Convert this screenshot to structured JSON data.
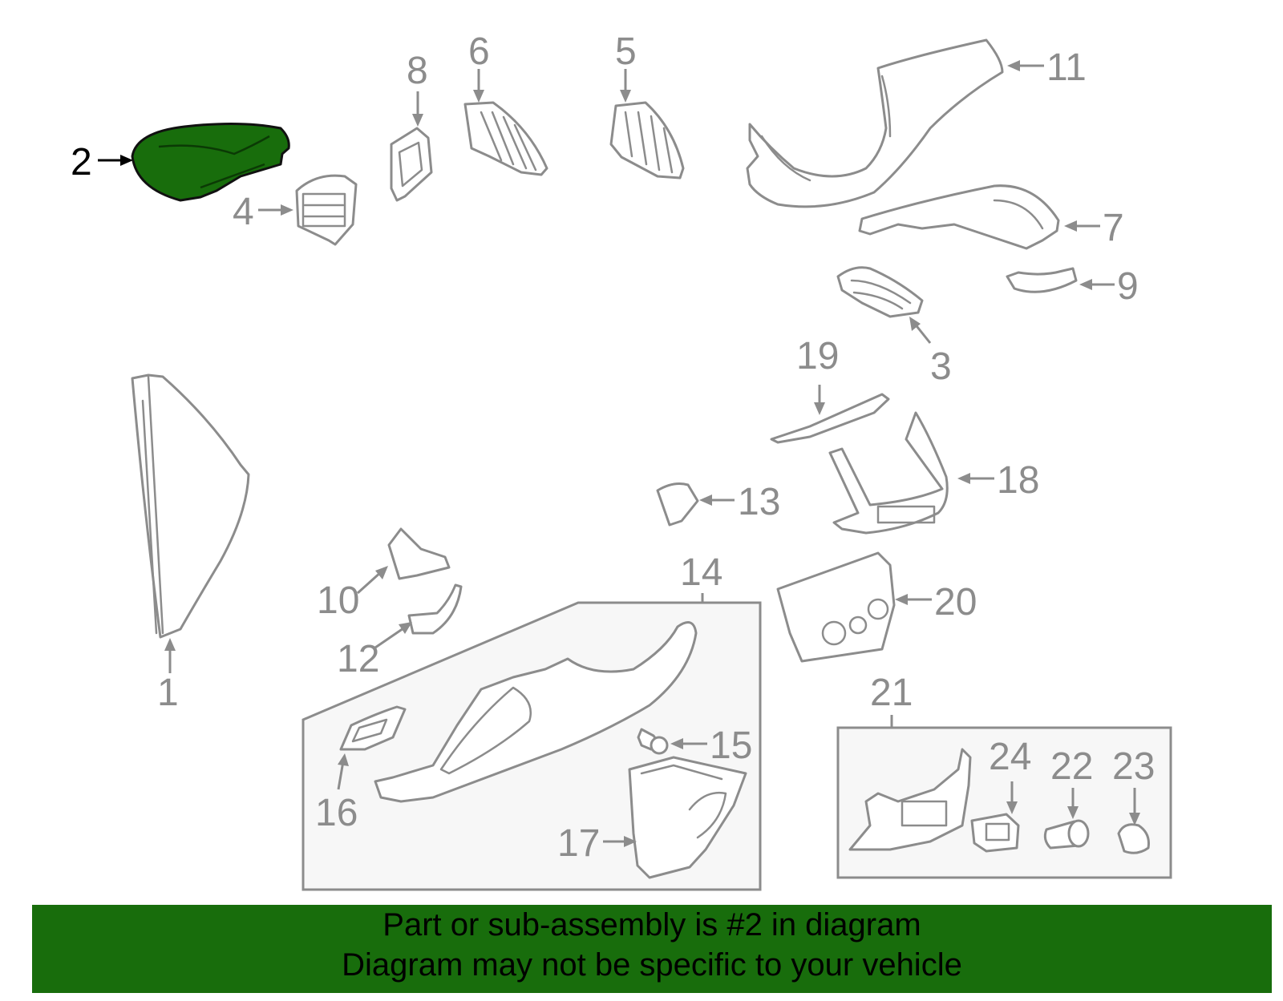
{
  "diagram": {
    "callouts": {
      "c1": "1",
      "c2": "2",
      "c3": "3",
      "c4": "4",
      "c5": "5",
      "c6": "6",
      "c7": "7",
      "c8": "8",
      "c9": "9",
      "c10": "10",
      "c11": "11",
      "c12": "12",
      "c13": "13",
      "c14": "14",
      "c15": "15",
      "c16": "16",
      "c17": "17",
      "c18": "18",
      "c19": "19",
      "c20": "20",
      "c21": "21",
      "c22": "22",
      "c23": "23",
      "c24": "24"
    },
    "highlighted_part": "2",
    "highlight_color": "#186d0c"
  },
  "banner": {
    "line1": "Part or sub-assembly is #2 in diagram",
    "line2": "Diagram may not be specific to your vehicle"
  }
}
